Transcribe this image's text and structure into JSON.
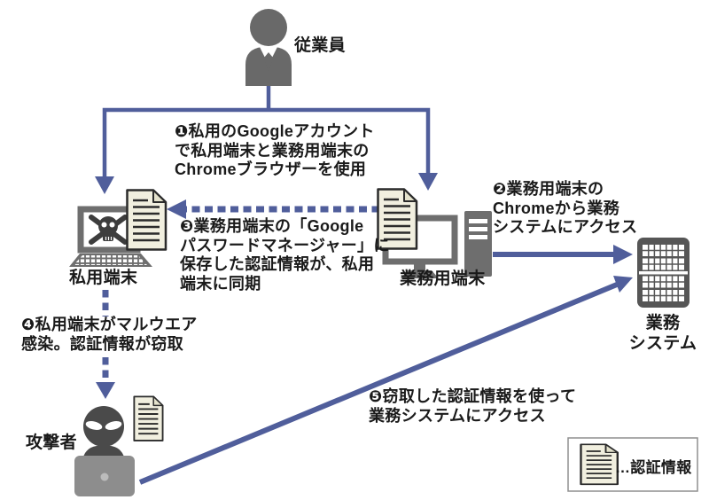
{
  "figure": {
    "type": "security-incident-flow-diagram",
    "language": "ja"
  },
  "nodes": {
    "employee": {
      "label": "従業員"
    },
    "personal_device": {
      "label": "私用端末"
    },
    "work_device": {
      "label": "業務用端末"
    },
    "business_system": {
      "label": "業務\nシステム"
    },
    "attacker": {
      "label": "攻撃者"
    }
  },
  "steps": {
    "step1": "❶私用のGoogleアカウント\nで私用端末と業務用端末の\nChromeブラウザーを使用",
    "step2": "❷業務用端末の\nChromeから業務\nシステムにアクセス",
    "step3": "❸業務用端末の「Google\nパスワードマネージャー」に\n保存した認証情報が、私用\n端末に同期",
    "step4": "❹私用端末がマルウエア\n感染。認証情報が窃取",
    "step5": "❺窃取した認証情報を使って\n業務システムにアクセス"
  },
  "legend": {
    "icon": "credentials-document-icon",
    "label": "…認証情報"
  },
  "icons": [
    "employee-icon",
    "infected-laptop-icon",
    "skull-crossbones-icon",
    "credentials-document-icon",
    "desktop-computer-icon",
    "server-grid-icon",
    "attacker-icon",
    "attacker-laptop-icon"
  ],
  "colors": {
    "arrow_blue": "#505e9b",
    "device_gray": "#6e6e6e",
    "employee_gray": "#696969",
    "attacker_dark_gray": "#4a4a4a",
    "attacker_laptop_gray": "#8d8d8d",
    "server_gray": "#565656",
    "document_fill": "#f1efdf",
    "document_ink": "#2b2b2b",
    "background": "#ffffff"
  }
}
